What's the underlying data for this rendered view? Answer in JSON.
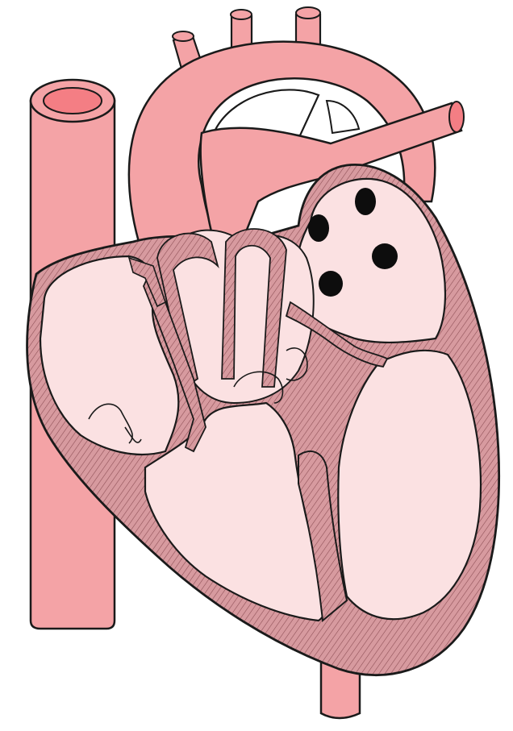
{
  "figure": {
    "subject": "heart-cross-section",
    "labels": []
  },
  "colors": {
    "vessel_fill": "#f4a3a6",
    "vessel_inner": "#f47e84",
    "chamber_fill": "#fbe1e2",
    "wall_fill": "#d79a9f",
    "outline": "#1a1a1a",
    "dot": "#0d0d0d",
    "background": "#ffffff"
  },
  "structures": [
    "superior-vena-cava",
    "inferior-vena-cava",
    "aortic-arch",
    "arch-branches",
    "pulmonary-artery",
    "right-atrium",
    "left-atrium",
    "right-ventricle",
    "left-ventricle",
    "interventricular-septum",
    "valves",
    "pulmonary-vein-openings"
  ],
  "pulmonary_vein_openings": 4
}
